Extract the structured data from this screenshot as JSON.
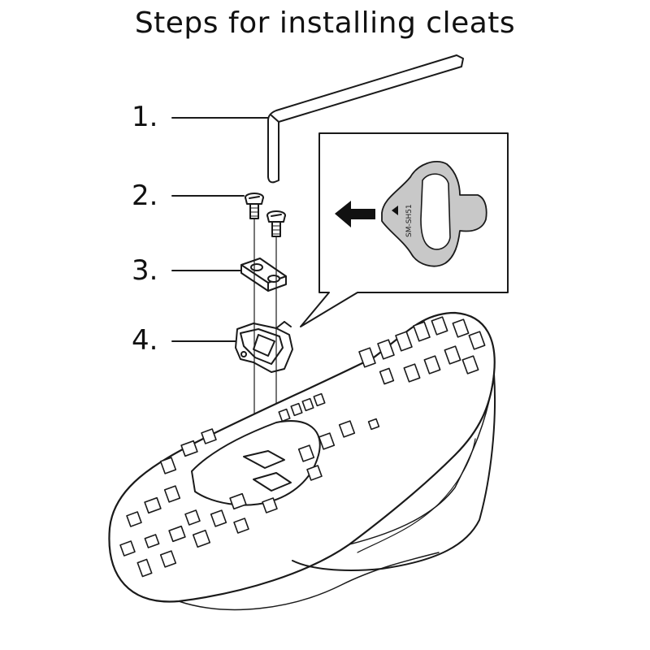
{
  "title": "Steps for installing cleats",
  "steps": [
    {
      "number": "1."
    },
    {
      "number": "2."
    },
    {
      "number": "3."
    },
    {
      "number": "4."
    }
  ],
  "cleat_model": "SM-SH51",
  "colors": {
    "line": "#1a1a1a",
    "cleat_fill": "#c8c8c8",
    "arrow_fill": "#111111",
    "background": "#ffffff"
  }
}
